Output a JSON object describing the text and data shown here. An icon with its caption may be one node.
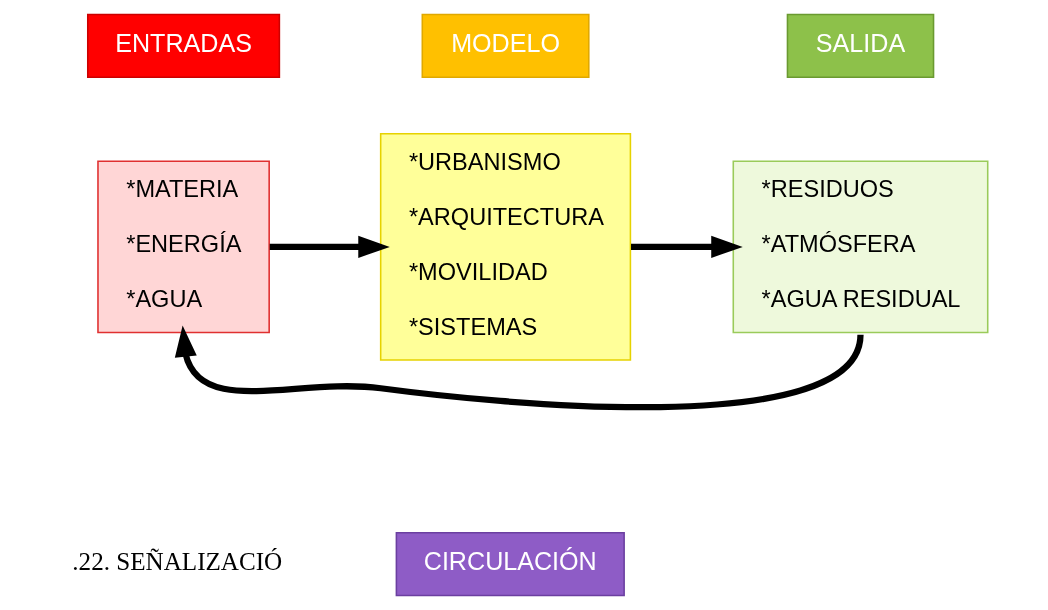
{
  "diagram": {
    "nodes": [
      {
        "text": [
          "ENTRADAS"
        ]
      },
      {
        "text": [
          "*MATERIA",
          "*ENERGÍA",
          "*AGUA"
        ]
      },
      {
        "text": [
          "MODELO"
        ]
      },
      {
        "text": [
          "*URBANISMO",
          "*ARQUITECTURA",
          "*MOVILIDAD",
          "*SISTEMAS"
        ]
      },
      {
        "text": [
          "SALIDA"
        ]
      },
      {
        "text": [
          "*RESIDUOS",
          "*ATMÓSFERA",
          "*AGUA RESIDUAL"
        ]
      },
      {
        "text": [
          "CIRCULACIÓN"
        ]
      }
    ],
    "edges": [
      {
        "from": 1,
        "to": 3,
        "arrow": "to"
      },
      {
        "from": 3,
        "to": 5,
        "arrow": "to"
      },
      {
        "from": 5,
        "to": 1,
        "arrow": "to"
      }
    ],
    "labels": [
      ".22. SEÑALIZACIÓ"
    ]
  }
}
